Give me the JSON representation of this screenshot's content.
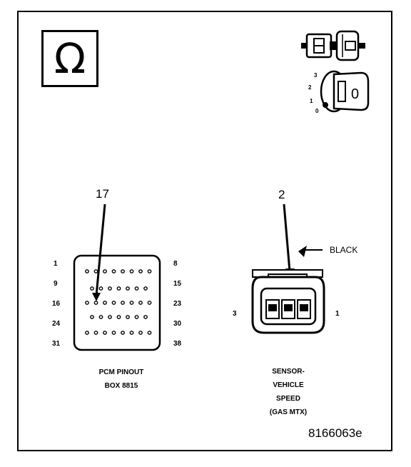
{
  "ohm_symbol": "Ω",
  "pcm": {
    "callout": "17",
    "row_labels_left": [
      "1",
      "9",
      "16",
      "24",
      "31"
    ],
    "row_labels_right": [
      "8",
      "15",
      "23",
      "30",
      "38"
    ],
    "caption_line1": "PCM PINOUT",
    "caption_line2": "BOX 8815"
  },
  "sensor": {
    "callout": "2",
    "wire_color": "BLACK",
    "pin_left": "3",
    "pin_right": "1",
    "caption_lines": [
      "SENSOR-",
      "VEHICLE",
      "SPEED",
      "(GAS MTX)"
    ]
  },
  "ignition": {
    "positions": [
      "3",
      "2",
      "1",
      "0"
    ],
    "key_label": "0"
  },
  "figure_id": "8166063e"
}
